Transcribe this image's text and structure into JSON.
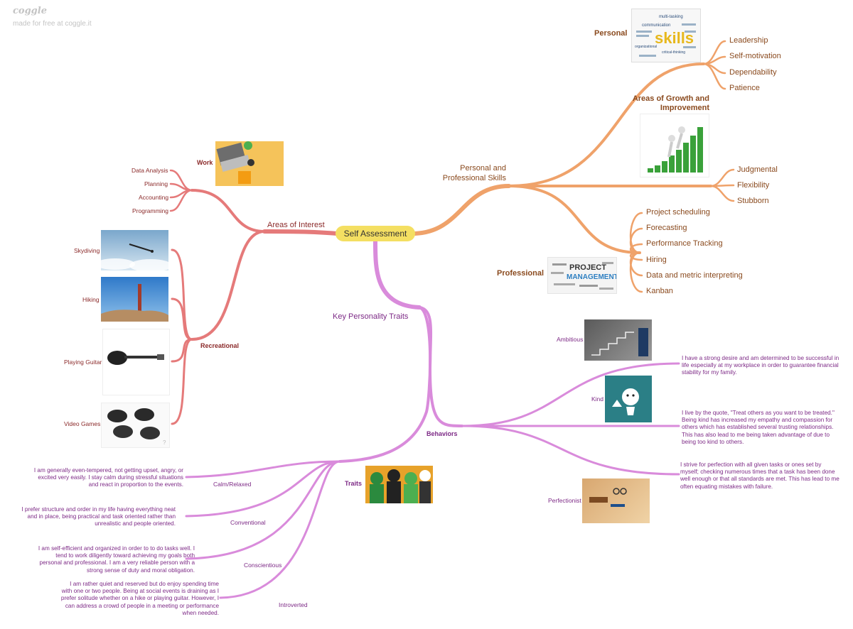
{
  "app": {
    "brand": "coggle",
    "tagline": "made for free at coggle.it"
  },
  "center": "Self Assessment",
  "colors": {
    "skills": "#efa26a",
    "skills_text": "#8a4a1e",
    "interest": "#e57a7a",
    "interest_text": "#8b2a2a",
    "traits": "#d98bdb",
    "traits_text": "#7d2a86",
    "center_fill": "#f4df62"
  },
  "skills": {
    "label": "Personal and Professional Skills",
    "personal": {
      "label": "Personal",
      "items": [
        "Leadership",
        "Self-motivation",
        "Dependability",
        "Patience"
      ]
    },
    "growth": {
      "label": "Areas of Growth and Improvement",
      "items": [
        "Judgmental",
        "Flexibility",
        "Stubborn"
      ]
    },
    "professional": {
      "label": "Professional",
      "items": [
        "Project scheduling",
        "Forecasting",
        "Performance Tracking",
        "Hiring",
        "Data and metric interpreting",
        "Kanban"
      ]
    }
  },
  "interest": {
    "label": "Areas of Interest",
    "work": {
      "label": "Work",
      "items": [
        "Data Analysis",
        "Planning",
        "Accounting",
        "Programming"
      ]
    },
    "recreational": {
      "label": "Recreational",
      "items": [
        "Skydiving",
        "Hiking",
        "Playing Guitar",
        "Video Games"
      ]
    }
  },
  "traits": {
    "label": "Key Personality Traits",
    "behaviors": {
      "label": "Behaviors",
      "items": [
        {
          "name": "Ambitious",
          "text": "I have a strong desire and am determined to be successful in life especially at my workplace in order to guarantee financial stability for my family."
        },
        {
          "name": "Kind",
          "text": "I live by the quote, \"Treat others as you want to be treated.\" Being kind has increased my empathy and compassion for others which has established several trusting relationships. This has also lead to me being taken advantage of due to being too kind to others."
        },
        {
          "name": "Perfectionist",
          "text": "I strive for perfection with all given tasks or ones set by myself; checking numerous times that a task has been done well enough or that all standards are met. This has lead to me often equating mistakes with failure."
        }
      ]
    },
    "traits_node": {
      "label": "Traits",
      "items": [
        {
          "name": "Calm/Relaxed",
          "text": "I am generally even-tempered, not getting upset, angry, or excited very easily. I stay calm during stressful situations and react in proportion to the events."
        },
        {
          "name": "Conventional",
          "text": "I prefer structure and order in my life having everything neat and in place, being practical and task oriented rather than unrealistic and people oriented."
        },
        {
          "name": "Conscientious",
          "text": "I am self-efficient and organized in order to to do tasks well. I tend to work diligently toward achieving my goals both personal and professional. I am a very reliable person with a strong sense of duty and moral obligation."
        },
        {
          "name": "Introverted",
          "text": "I am rather quiet and reserved but do enjoy spending time with one or two people. Being at social events is draining as I prefer solitude whether on a hike or playing guitar. However, I can address a crowd of people in a meeting or performance when needed."
        }
      ]
    }
  },
  "images": {
    "skills_cloud": {
      "words": [
        "multi-tasking",
        "communication",
        "skills",
        "organizational",
        "critical-thinking"
      ]
    },
    "project_cloud": {
      "words": [
        "PROJECT",
        "MANAGEMENT"
      ]
    },
    "misc_icons": [
      "laptop-desk-image",
      "skydiver-image",
      "radio-tower-image",
      "guitar-image",
      "controllers-image",
      "stairs-climber-image",
      "ladder-chart-image",
      "cartoon-rain-image",
      "workshop-desk-image",
      "people-puzzle-image"
    ],
    "question_mark": "?"
  }
}
